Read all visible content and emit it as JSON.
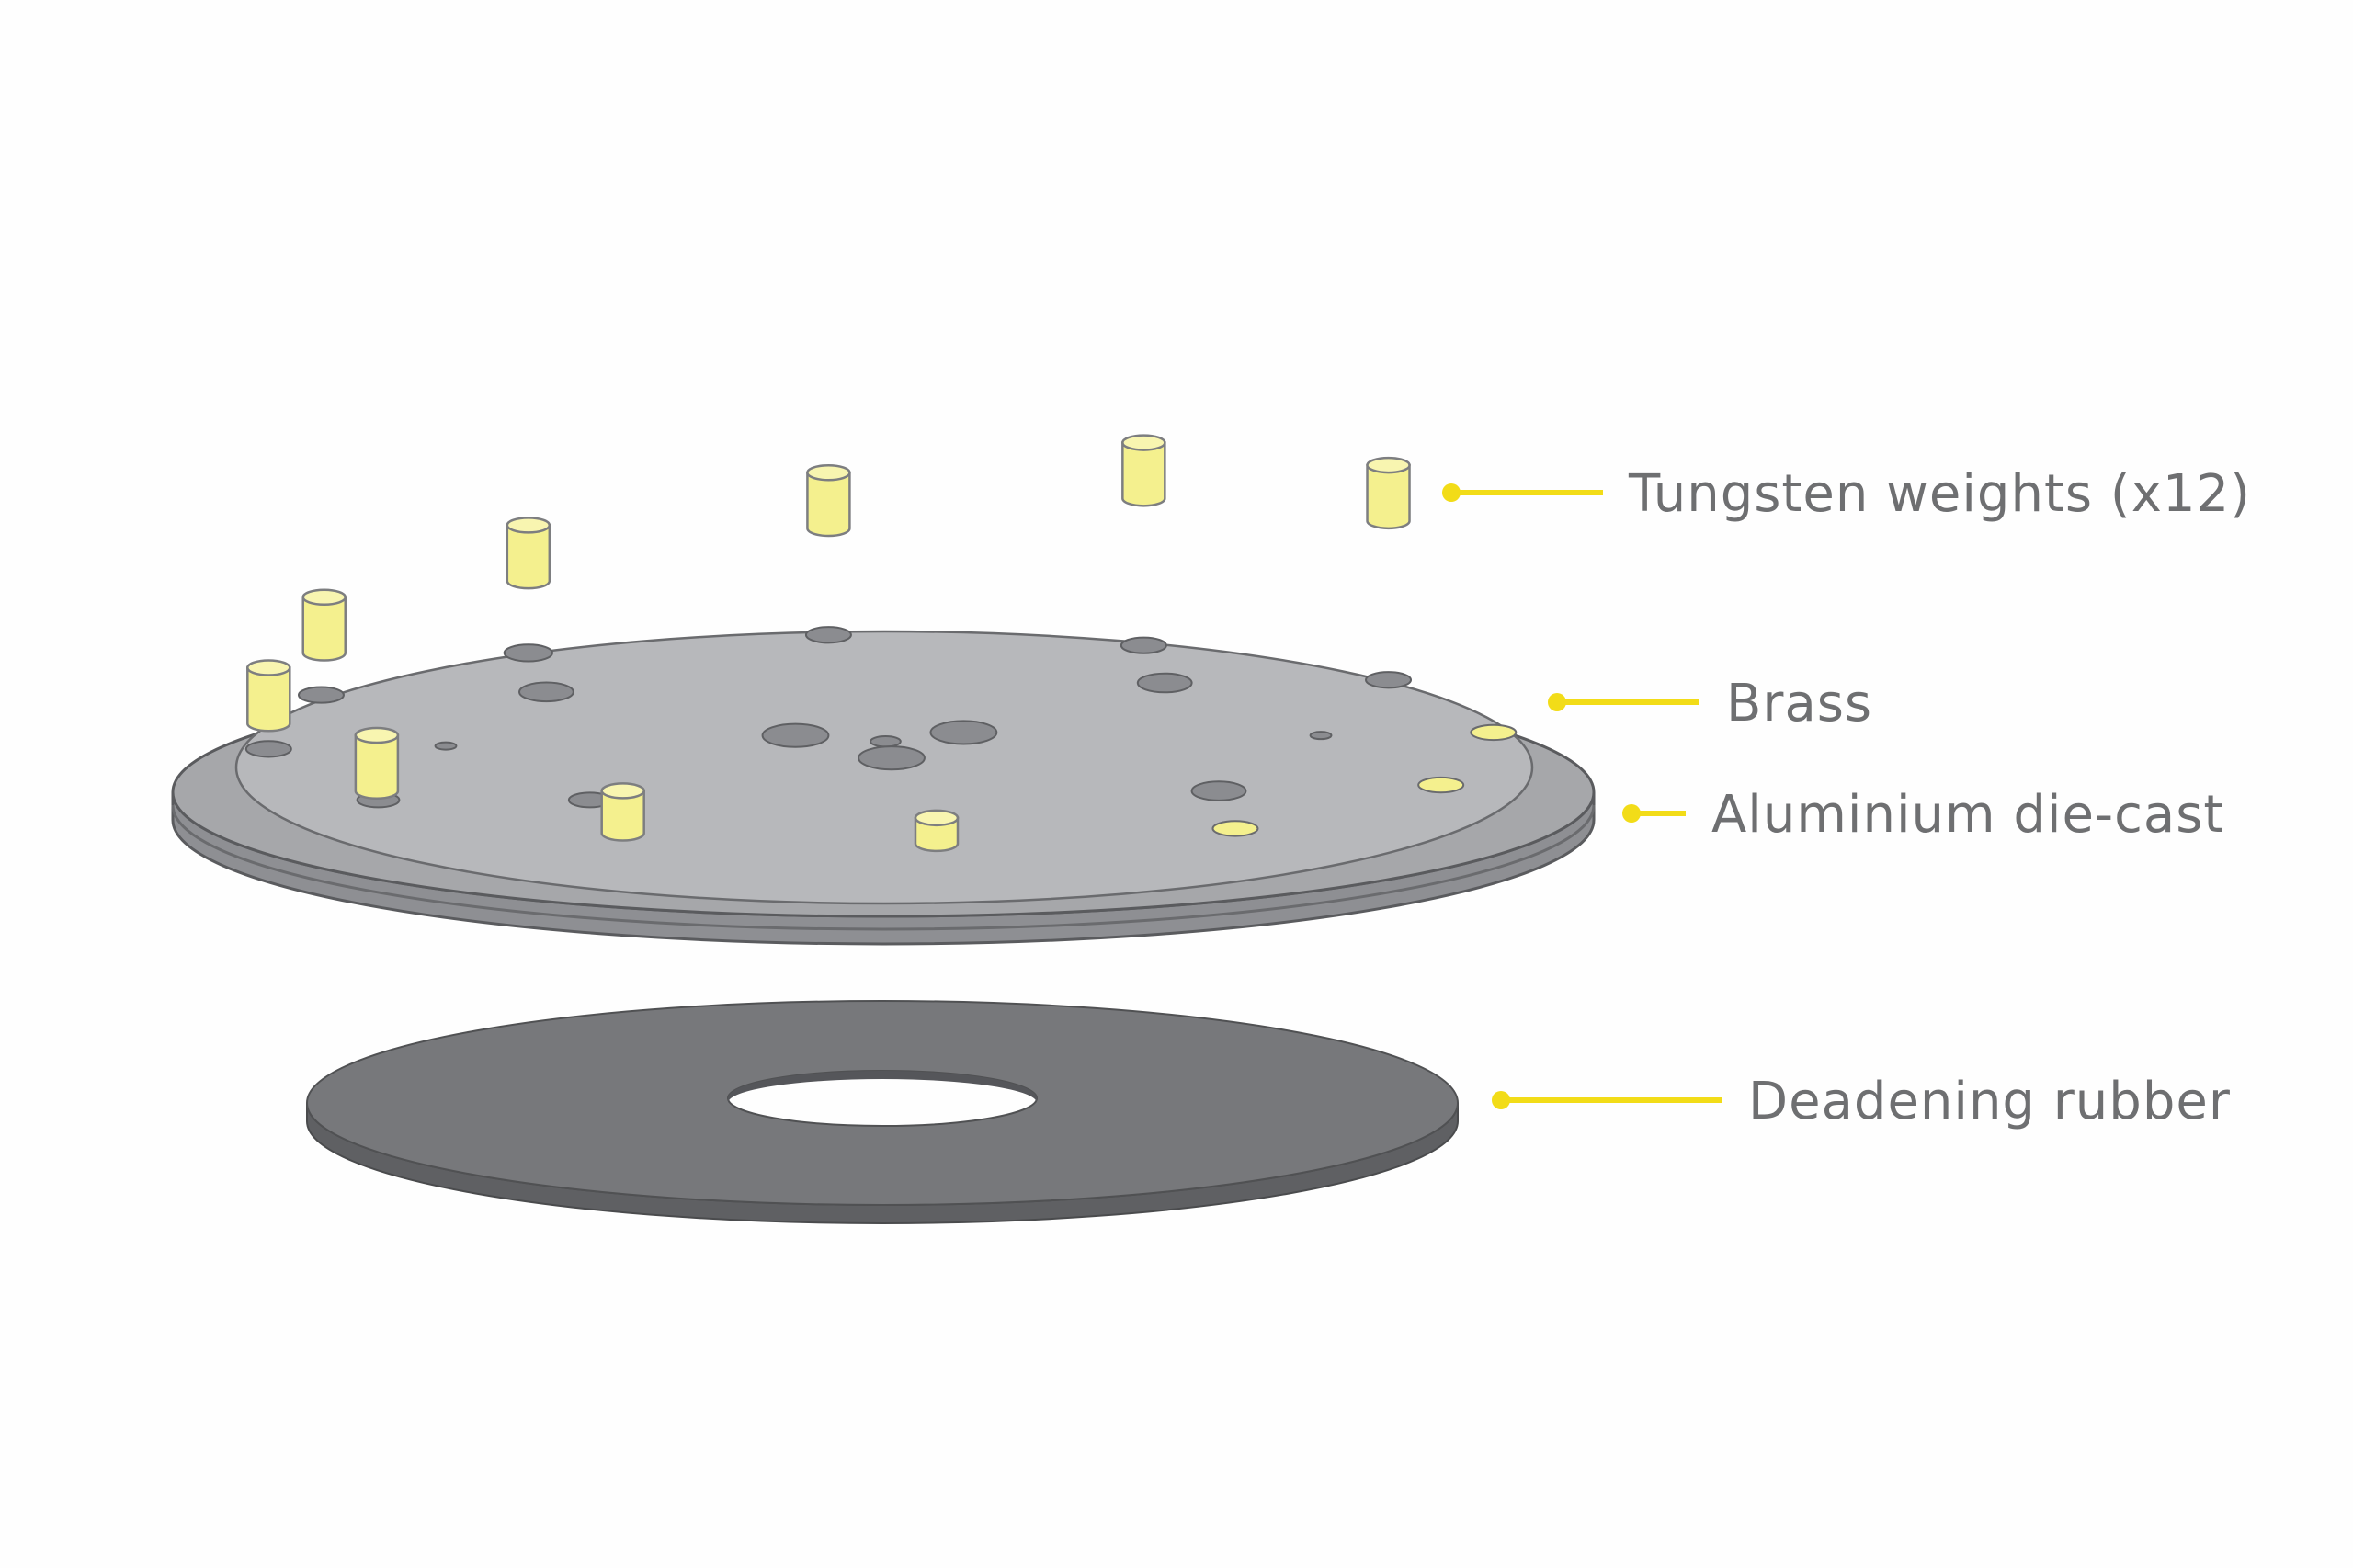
{
  "diagram": {
    "labels": {
      "tungsten": "Tungsten weights (x12)",
      "brass": "Brass",
      "aluminium": "Aluminium die-cast",
      "rubber": "Deadening rubber"
    },
    "weight_count": 12
  },
  "colors": {
    "accent_yellow": "#f2dc18",
    "weight_fill": "#f4f08e",
    "brass_top": "#b7b8bb",
    "aluminium": "#a6a7aa",
    "rubber": "#77787b",
    "text": "#6e6f71"
  }
}
